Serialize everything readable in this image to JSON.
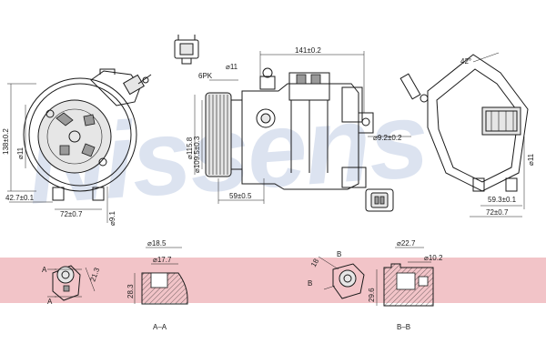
{
  "watermark": {
    "text": "Nissens",
    "color": "#2f5aa8"
  },
  "band_color": "#f2c4c8",
  "labels": {
    "belt": "6PK",
    "dim_141": "141±0.2",
    "dim_11_top": "⌀11",
    "dim_138": "138±0.2",
    "dim_11_left": "⌀11",
    "dim_42_7": "42.7±0.1",
    "dim_72_left": "72±0.7",
    "dim_9_1": "⌀9.1",
    "dim_115_8": "⌀115.8",
    "dim_109_5": "⌀109.5±0.3",
    "dim_59": "59±0.5",
    "dim_9_2": "⌀9.2±0.2",
    "dim_42deg": "42°",
    "dim_59_3": "59.3±0.1",
    "dim_72_right": "72±0.7",
    "dim_11_right": "⌀11",
    "dim_18_5": "⌀18.5",
    "dim_17_7": "⌀17.7",
    "dim_28_a": "28.3",
    "dim_22_7": "⌀22.7",
    "dim_10_2": "⌀10.2",
    "dim_18_b": "18",
    "dim_29_b": "29.6",
    "dim_21_a": "21.3",
    "sec_a_upper": "A",
    "sec_a_lower": "A",
    "sec_b_upper": "B",
    "sec_b_lower": "B",
    "section_aa": "A–A",
    "section_bb": "B–B"
  }
}
